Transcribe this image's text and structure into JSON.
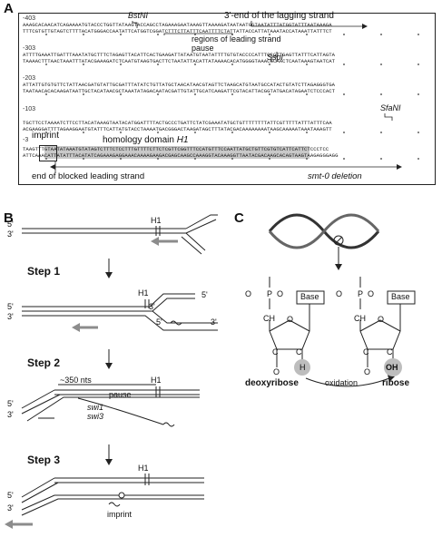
{
  "panel_labels": {
    "a": "A",
    "b": "B",
    "c": "C"
  },
  "panelA": {
    "rows": [
      {
        "coord": "-403",
        "top": "AAAGCACAACATCAGAAAATGTACCCTGGTTATAAGTACCAGCCTAGAAAGAATAAAGTTAAAAGATAATAATGGTAATATTTATGGTATTTAATAAAGA",
        "bottom": "TTTCGTGTTGTAGTCTTTTACATGGGACCAATATTCATGGTCGGATCTTTCTTATTTCAATTTTCTATTATTACCATTATAAATACCATAAATTATTTCT"
      },
      {
        "coord": "-303",
        "top": "ATTTTGAAATTGATTTAAATATGCTTTCTAGAGTTACATTCACTGAAGATTATAATGTAATATTTTGTGTACCCCATTTGCGTTGAGTTATTTCATTAGTA",
        "bottom": "TAAAACTTTAACTAAATTTATACGAAAGATCTCAATGTAAGTGACTTCTAATATTACATTATAAAACACATGGGGTAAACGCAACTCAATAAAGTAATCAT"
      },
      {
        "coord": "-203",
        "top": "ATTATTGTGTGTTCTATTAACGATGTATTGCGATTTATATCTGTTATGCTAACATAACGTAGTTCTAAGCATGTAATGCCATACTGTATCTTAGAGGGTGA",
        "bottom": "TAATAACACACAAGATAATTGCTACATAACGCTAAATATAGACAATACGATTGTATTGCATCAAGATTCGTACATTACGGTATGACATAGAATCTCCCACT"
      },
      {
        "coord": "-103",
        "top": "TGCTTCCTAAAATCTTCCTTACATAAAGTAATACATGGATTTTACTGCCCTGATTCTATCGAAATATGCTGTTTTTTTTATTCGTTTTTATTTATTTCAA",
        "bottom": "ACGAAGGATTTTAGAAGGAATGTATTTCATTATGTACCTAAAATGACGGGACTAAGATAGCTTTATACGACAAAAAAAATAAGCAAAAATAAATAAAGTT"
      },
      {
        "coord": "-3",
        "top": "TAAGTTTGTAATATAAATGTATAGTCTTTCTCCTTTGTTTTCTTCTCGTTCGGTTTCCATGTTTCCAATTATGCTGTTCGTGTCATTCATTCTCCCTCC",
        "bottom": "ATTCAAACATTATATTTACATATCAGAAAGAGGAAACAAAAGAAGACGAGCAAGCCAAAGGTACAAAGGTTAATACGACAAGCACAGTAAGTAAGAGGGAGG"
      }
    ],
    "labels": {
      "bstni": "BstNI",
      "lagging": "3'-end of the lagging strand",
      "regions": "regions of leading strand pause",
      "sspi": "SspI",
      "sfani": "SfaNI",
      "imprint": "imprint",
      "homology": "homology domain ",
      "h1": "H1",
      "blocked": "end of blocked leading strand",
      "deletion": "smt-0 deletion"
    }
  },
  "panelB": {
    "prime5": "5'",
    "prime3": "3'",
    "h1": "H1",
    "step1": "Step 1",
    "step2": "Step 2",
    "step3": "Step 3",
    "nts": "~350 nts",
    "pause": "pause",
    "swi1": "swi1",
    "swi3": "swi3",
    "imprint": "imprint"
  },
  "panelC": {
    "base": "Base",
    "deoxy": "deoxyribose",
    "ribose": "ribose",
    "oxidation": "oxidation",
    "o": "O",
    "p": "P",
    "ominus": "O",
    "ch2": "CH",
    "c": "C",
    "h": "H",
    "oh": "OH"
  },
  "colors": {
    "highlight": "#bdbdbd",
    "arrow_grey": "#8c8c8c",
    "line": "#222222"
  }
}
